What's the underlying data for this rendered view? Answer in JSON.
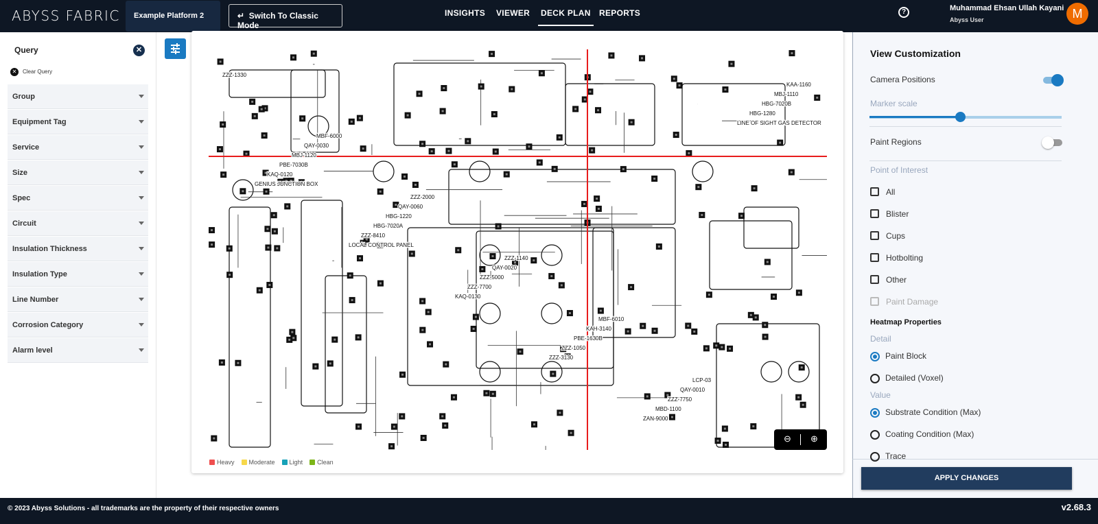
{
  "header": {
    "logo": "ABYSS FABRIC",
    "platform": "Example Platform 2",
    "classic_mode": "Switch To Classic Mode",
    "nav": [
      "INSIGHTS",
      "VIEWER",
      "DECK PLAN",
      "REPORTS"
    ],
    "active_nav": "DECK PLAN",
    "help": "?",
    "user_name": "Muhammad Ehsan Ullah Kayani",
    "user_role": "Abyss User",
    "avatar_initial": "M"
  },
  "query": {
    "title": "Query",
    "clear": "Clear Query",
    "filters": [
      "Group",
      "Equipment Tag",
      "Service",
      "Size",
      "Spec",
      "Circuit",
      "Insulation Thickness",
      "Insulation Type",
      "Line Number",
      "Corrosion Category",
      "Alarm level"
    ]
  },
  "drawing": {
    "labels": [
      "ZZZ-1330",
      "MBF-6000",
      "ZZZ-2000",
      "ZZZ-1140",
      "MBF-6010",
      "LCP-03",
      "KAA-1160",
      "QAY-0030",
      "QAY-0060",
      "QAY-0020",
      "KAH-3140",
      "QAY-0010",
      "MBJ-1110",
      "MBJ-1120",
      "HBG-1220",
      "ZZZ-5000",
      "PBE-1630B",
      "ZZZ-7750",
      "HBG-7020B",
      "PBE-7030B",
      "HBG-7020A",
      "ZZZ-7700",
      "ZZZ-1050",
      "MBD-1100",
      "HBG-1280",
      "KAQ-0120",
      "ZZZ-8410",
      "KAQ-0130",
      "ZZZ-3130",
      "ZAN-9000",
      "LINE OF SIGHT GAS DETECTOR",
      "GENIUS JUNCTION BOX",
      "LOCAL CONTROL PANEL"
    ],
    "crosshair_color": "#e81c1c"
  },
  "legend": [
    {
      "label": "Heavy",
      "color": "#ef4f4f"
    },
    {
      "label": "Moderate",
      "color": "#f7d84a"
    },
    {
      "label": "Light",
      "color": "#17a2b8"
    },
    {
      "label": "Clean",
      "color": "#7cb518"
    }
  ],
  "view": {
    "title": "View Customization",
    "camera_positions": "Camera Positions",
    "camera_on": true,
    "marker_scale": "Marker scale",
    "marker_scale_value": 0.47,
    "paint_regions": "Paint Regions",
    "paint_on": false,
    "poi_title": "Point of Interest",
    "poi": [
      {
        "label": "All",
        "checked": false
      },
      {
        "label": "Blister",
        "checked": false
      },
      {
        "label": "Cups",
        "checked": false
      },
      {
        "label": "Hotbolting",
        "checked": false
      },
      {
        "label": "Other",
        "checked": false
      },
      {
        "label": "Paint Damage",
        "checked": false,
        "disabled": true
      }
    ],
    "heatmap_title": "Heatmap Properties",
    "detail_title": "Detail",
    "detail": [
      "Paint Block",
      "Detailed (Voxel)"
    ],
    "detail_selected": "Paint Block",
    "value_title": "Value",
    "value": [
      "Substrate Condition (Max)",
      "Coating Condition (Max)",
      "Trace"
    ],
    "value_selected": "Substrate Condition (Max)",
    "apply": "APPLY CHANGES"
  },
  "footer": {
    "copyright": "© 2023 Abyss Solutions - all trademarks are the property of their respective owners",
    "version": "v2.68.3"
  }
}
